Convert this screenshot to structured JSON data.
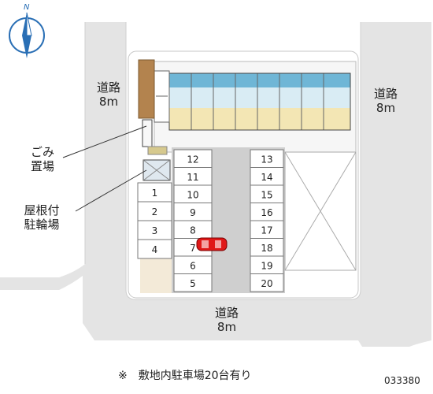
{
  "compass": {
    "north_label": "N"
  },
  "roads": {
    "west": {
      "name": "道路",
      "width": "8m"
    },
    "east": {
      "name": "道路",
      "width": "8m"
    },
    "south": {
      "name": "道路",
      "width": "8m"
    }
  },
  "facilities": {
    "garbage": "ごみ\n置場",
    "bicycle": "屋根付\n駐輪場"
  },
  "parking": {
    "left_column": [
      "1",
      "2",
      "3",
      "4"
    ],
    "center_left_column": [
      "12",
      "11",
      "10",
      "9",
      "8",
      "7",
      "6",
      "5"
    ],
    "center_right_column": [
      "13",
      "14",
      "15",
      "16",
      "17",
      "18",
      "19",
      "20"
    ],
    "car_slot": "7",
    "car_color": "#e01818"
  },
  "note": "※　敷地内駐車場20台有り",
  "map_code": "033380"
}
